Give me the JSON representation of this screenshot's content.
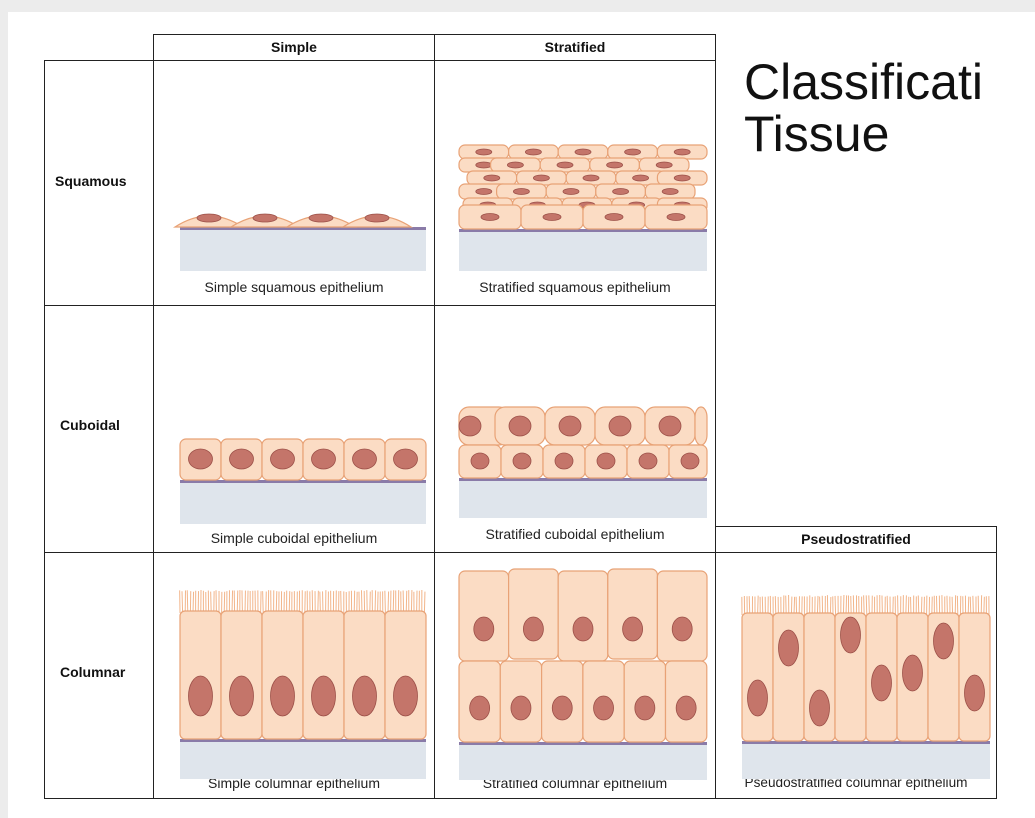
{
  "slide": {
    "title": "Classificati\nTissue"
  },
  "table": {
    "col_headers": {
      "simple": "Simple",
      "stratified": "Stratified",
      "pseudostratified": "Pseudostratified"
    },
    "row_labels": {
      "squamous": "Squamous",
      "cuboidal": "Cuboidal",
      "columnar": "Columnar"
    },
    "captions": {
      "simple_squamous": "Simple squamous epithelium",
      "stratified_squamous": "Stratified squamous epithelium",
      "simple_cuboidal": "Simple cuboidal epithelium",
      "stratified_cuboidal": "Stratified cuboidal epithelium",
      "simple_columnar": "Simple columnar epithelium",
      "stratified_columnar": "Stratified columnar epithelium",
      "pseudostratified_columnar": "Pseudostratified columnar epithelium"
    }
  },
  "colors": {
    "cell_fill": "#fbdcc4",
    "cell_stroke": "#e8a276",
    "nucleus": "#c4756a",
    "nucleus_stroke": "#9c5048",
    "basement_membrane": "#8a7ba8",
    "connective": "#dfe5ec",
    "cilia": "#f2b58a"
  }
}
